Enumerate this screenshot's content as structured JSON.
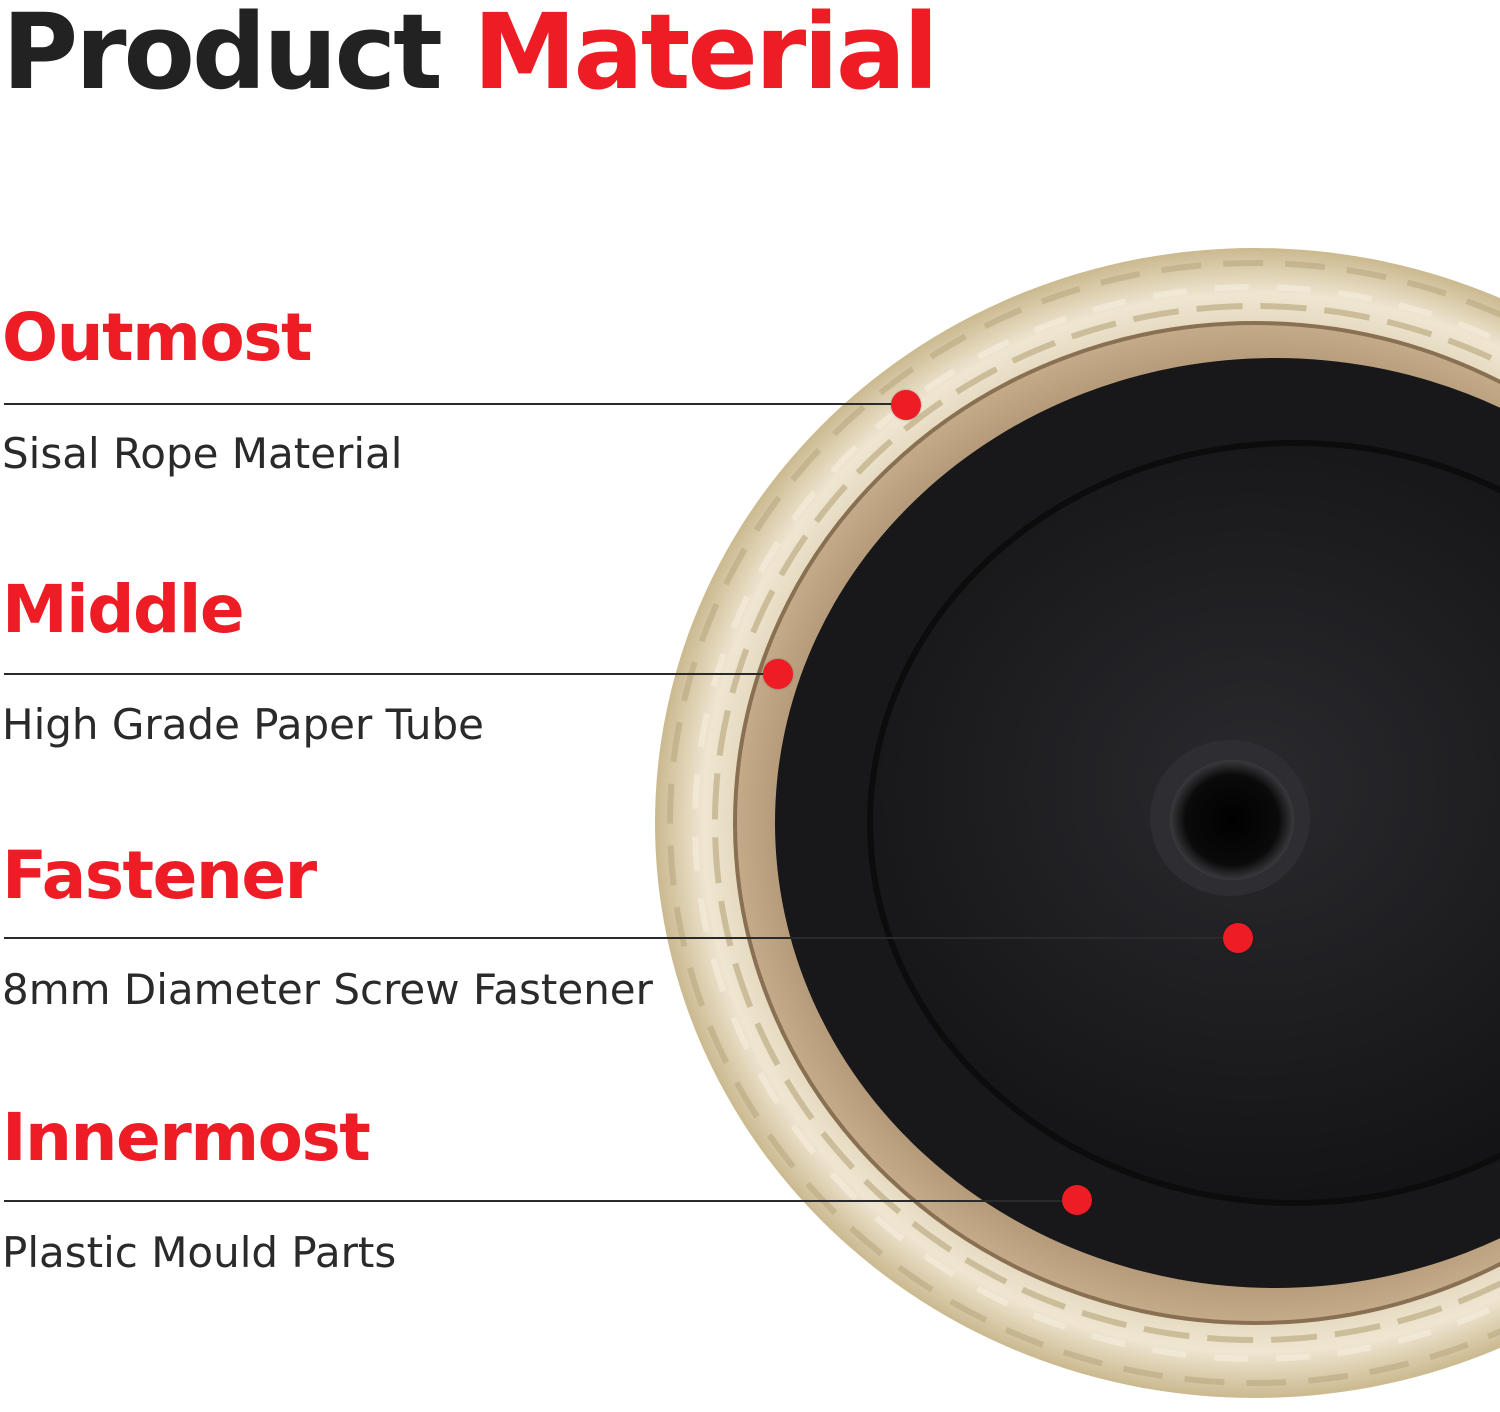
{
  "title": {
    "part1": "Product",
    "part2": "Material"
  },
  "colors": {
    "accent": "#ee1c24",
    "text": "#222222",
    "rope": "#e6dcc3",
    "paper": "#b99f80",
    "plastic": "#1c1c1e"
  },
  "callouts": [
    {
      "heading": "Outmost",
      "description": "Sisal Rope Material"
    },
    {
      "heading": "Middle",
      "description": "High Grade Paper Tube"
    },
    {
      "heading": "Fastener",
      "description": "8mm Diameter Screw Fastener"
    },
    {
      "heading": "Innermost",
      "description": "Plastic Mould Parts"
    }
  ]
}
